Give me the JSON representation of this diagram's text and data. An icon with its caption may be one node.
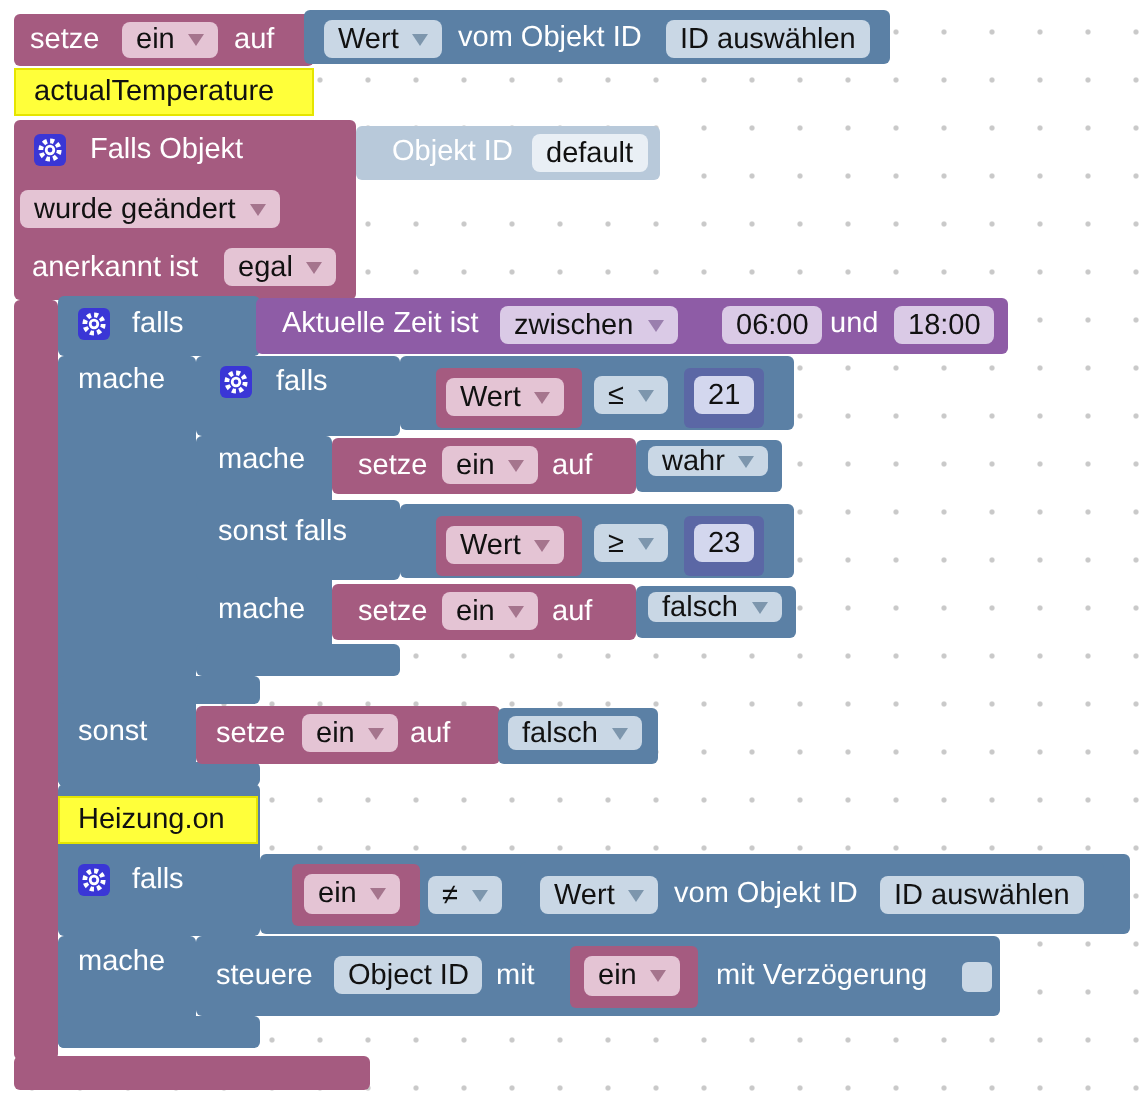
{
  "diagram": {
    "nodes": [
      {
        "text": [
          "setze",
          "auf"
        ]
      },
      {
        "text": [
          "ein"
        ],
        "in": 0
      },
      {
        "text": [
          "vom Objekt ID"
        ]
      },
      {
        "text": [
          "Wert"
        ],
        "in": 2
      },
      {
        "text": [
          "ID auswählen"
        ],
        "in": 2
      },
      {
        "text": [
          "actualTemperature"
        ]
      },
      {
        "text": [
          "Falls Objekt",
          "anerkannt ist"
        ]
      },
      {
        "text": [
          "Objekt ID"
        ]
      },
      {
        "text": [
          "default"
        ],
        "in": 7
      },
      {
        "text": [
          "wurde geändert"
        ],
        "in": 6
      },
      {
        "text": [
          "egal"
        ],
        "in": 6
      },
      {
        "text": [
          "falls",
          "mache",
          "sonst"
        ],
        "in": 6
      },
      {
        "text": [
          "Aktuelle Zeit ist",
          "und"
        ]
      },
      {
        "text": [
          "zwischen"
        ],
        "in": 12
      },
      {
        "text": [
          "06:00"
        ],
        "in": 12
      },
      {
        "text": [
          "18:00"
        ],
        "in": 12
      },
      {
        "text": [
          "falls",
          "mache",
          "sonst falls",
          "mache"
        ]
      },
      {
        "text": [],
        "shape": "box"
      },
      {
        "text": [
          "Wert"
        ],
        "in": 17
      },
      {
        "text": [
          "≤"
        ],
        "in": 17
      },
      {
        "text": [
          "21"
        ],
        "in": 17
      },
      {
        "text": [
          "setze",
          "auf"
        ]
      },
      {
        "text": [
          "ein"
        ],
        "in": 21
      },
      {
        "text": [
          "wahr"
        ]
      },
      {
        "text": [],
        "shape": "box"
      },
      {
        "text": [
          "Wert"
        ],
        "in": 24
      },
      {
        "text": [
          "≥"
        ],
        "in": 24
      },
      {
        "text": [
          "23"
        ],
        "in": 24
      },
      {
        "text": [
          "setze",
          "auf"
        ]
      },
      {
        "text": [
          "ein"
        ],
        "in": 28
      },
      {
        "text": [
          "falsch"
        ]
      },
      {
        "text": [
          "setze",
          "auf"
        ]
      },
      {
        "text": [
          "ein"
        ],
        "in": 31
      },
      {
        "text": [
          "falsch"
        ]
      },
      {
        "text": [
          "falls",
          "mache"
        ],
        "in": 6
      },
      {
        "text": [
          "Heizung.on"
        ],
        "in": 34
      },
      {
        "text": [],
        "shape": "box"
      },
      {
        "text": [
          "ein"
        ],
        "in": 36
      },
      {
        "text": [
          "≠"
        ],
        "in": 36
      },
      {
        "text": [
          "vom Objekt ID"
        ],
        "in": 36
      },
      {
        "text": [
          "Wert"
        ],
        "in": 39
      },
      {
        "text": [
          "ID auswählen"
        ],
        "in": 39
      },
      {
        "text": [
          "steuere",
          "mit",
          "mit Verzögerung"
        ]
      },
      {
        "text": [
          "Object ID"
        ],
        "in": 42
      },
      {
        "text": [
          "ein"
        ],
        "in": 42
      }
    ]
  }
}
